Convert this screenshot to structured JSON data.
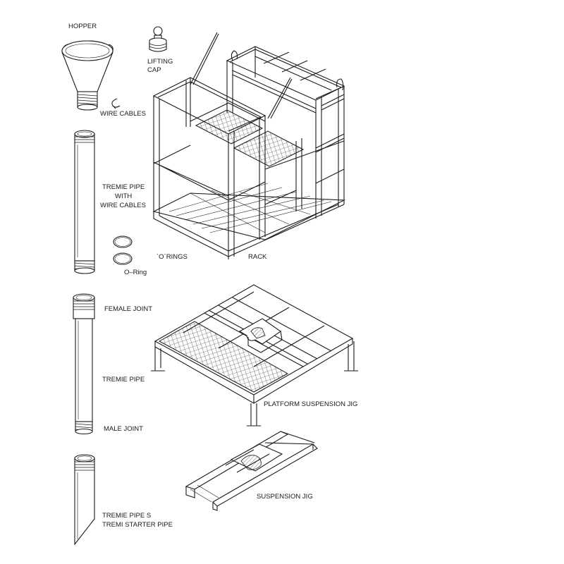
{
  "labels": {
    "hopper": "HOPPER",
    "lifting_cap_1": "LIFTING",
    "lifting_cap_2": "CAP",
    "wire_cables": "WIRE CABLES",
    "tremie_wire_1": "TREMIE PIPE",
    "tremie_wire_2": "WITH",
    "tremie_wire_3": "WIRE CABLES",
    "o_rings": "`O`RINGS",
    "o_ring": "O–Ring",
    "rack": "RACK",
    "female_joint": "FEMALE JOINT",
    "tremie_pipe": "TREMIE PIPE",
    "male_joint": "MALE JOINT",
    "platform_jig": "PLATFORM SUSPENSION JIG",
    "suspension_jig": "SUSPENSION JIG",
    "starter_1": "TREMIE PIPE S",
    "starter_2": "TREMI STARTER PIPE"
  }
}
